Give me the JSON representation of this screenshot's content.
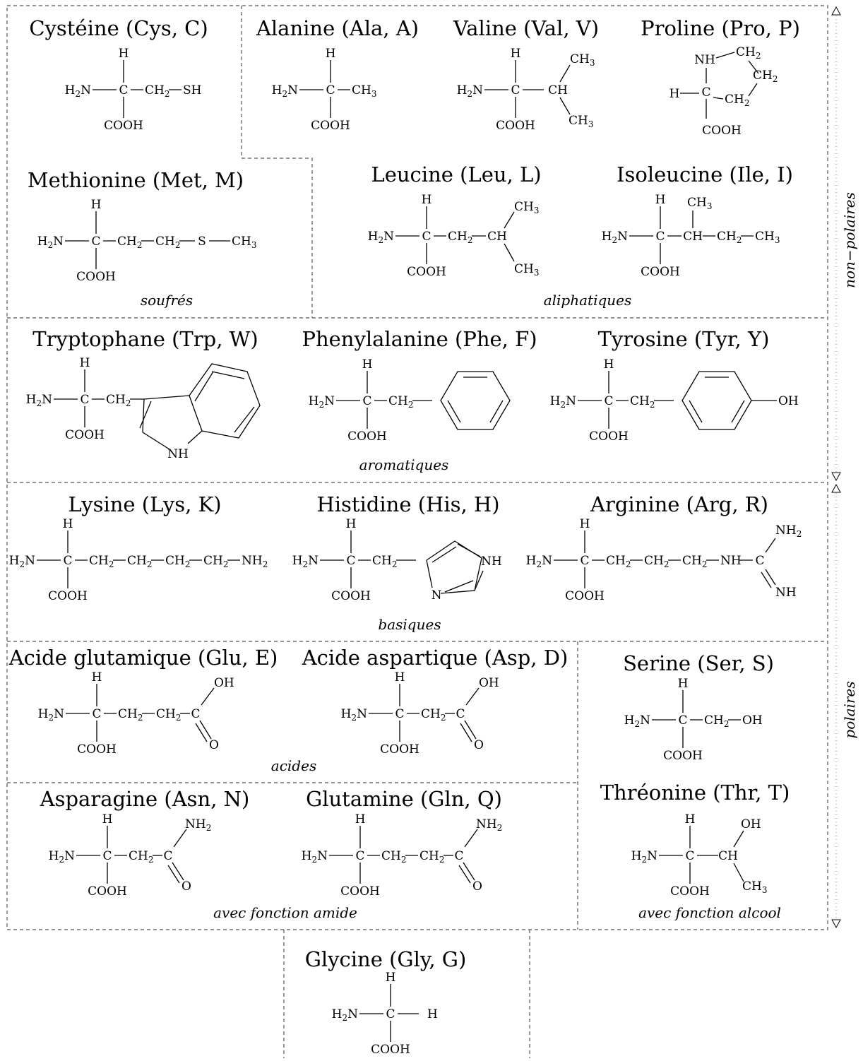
{
  "side_labels": {
    "non_polar": "non−polaires",
    "polar": "polaires"
  },
  "categories": {
    "sulfur": "soufrés",
    "aliphatic": "aliphatiques",
    "aromatic": "aromatiques",
    "basic": "basiques",
    "acidic": "acides",
    "amide": "avec fonction amide",
    "alcohol": "avec fonction alcool"
  },
  "amino_acids": {
    "cys": "Cystéine (Cys, C)",
    "ala": "Alanine (Ala, A)",
    "val": "Valine (Val, V)",
    "pro": "Proline (Pro, P)",
    "met": "Methionine (Met, M)",
    "leu": "Leucine (Leu, L)",
    "ile": "Isoleucine (Ile, I)",
    "trp": "Tryptophane (Trp, W)",
    "phe": "Phenylalanine (Phe, F)",
    "tyr": "Tyrosine (Tyr, Y)",
    "lys": "Lysine (Lys, K)",
    "his": "Histidine (His, H)",
    "arg": "Arginine (Arg, R)",
    "glu": "Acide glutamique (Glu, E)",
    "asp": "Acide aspartique (Asp, D)",
    "ser": "Serine (Ser, S)",
    "asn": "Asparagine (Asn, N)",
    "gln": "Glutamine (Gln, Q)",
    "thr": "Thréonine (Thr, T)",
    "gly": "Glycine (Gly, G)"
  },
  "atoms": {
    "H": "H",
    "C": "C",
    "COOH": "COOH",
    "N": "N",
    "S": "S",
    "SH": "SH",
    "O": "O",
    "OH": "OH",
    "NH": "NH",
    "CH": "CH",
    "NH2": "NH",
    "H2N": "H",
    "CH2": "CH",
    "CH3": "CH",
    "sub2": "2",
    "sub3": "3",
    "Nsuf": "N"
  }
}
